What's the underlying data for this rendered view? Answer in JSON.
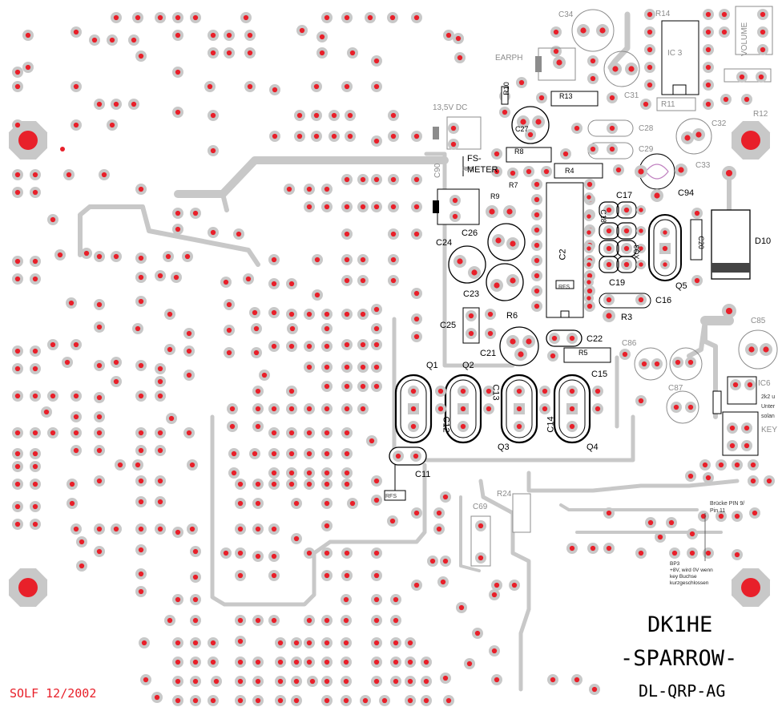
{
  "board": {
    "title": "DK1HE",
    "subtitle": "-SPARROW-",
    "group": "DL-QRP-AG",
    "signature": "SOLF 12/2002"
  },
  "labels": {
    "power": "13,5V DC",
    "earphone": "EARPH",
    "fs_meter_1": "FS-",
    "fs_meter_2": "METER",
    "volume": "VOLUME",
    "key": "KEY",
    "c34": "C34",
    "r14": "R14",
    "ic3": "IC 3",
    "c31": "C31",
    "r11": "R11",
    "r12": "R12",
    "r13": "R13",
    "c27": "C27",
    "c28": "C28",
    "c29": "C29",
    "c33": "C33",
    "c94": "C94",
    "r8": "R8",
    "r4": "R4",
    "r7": "R7",
    "r9": "R9",
    "r10": "R10",
    "c17": "C17",
    "c18": "C18",
    "c19": "C19",
    "c20": "C20",
    "c2": "C2",
    "xq": "XQ3",
    "q5": "Q5",
    "c16": "C16",
    "r3": "R3",
    "d10": "D10",
    "c85": "C85",
    "c86": "C86",
    "c87": "C87",
    "c24": "C24",
    "c26": "C26",
    "c23": "C23",
    "c25": "C25",
    "r6": "R6",
    "c21": "C21",
    "c22": "C22",
    "r5": "R5",
    "q1": "Q1",
    "q2": "Q2",
    "q3": "Q3",
    "q4": "Q4",
    "c12": "C12",
    "c13": "C13",
    "c14": "C14",
    "c15": "C15",
    "c11": "C11",
    "r24": "R24",
    "c69": "C69",
    "ic6": "IC6",
    "c32": "C32",
    "c90": "C90",
    "brucke": "Brücke PIN 9/",
    "pin": "Pin 11",
    "rf_1": "RFS",
    "rf_2": "RFS",
    "rf_3": "RFS",
    "side_note_1": "2k2 u",
    "side_note_2": "Unter",
    "side_note_3": "solan"
  },
  "notes": {
    "bp_1": "BP3",
    "bp_2": "+8V, wird 0V wenn",
    "bp_3": "key Buchse",
    "bp_4": "kurzgeschlossen"
  },
  "colors": {
    "pad_ring": "#c8c8c8",
    "pad_drill": "#e8202a",
    "trace": "#c8c8c8",
    "silk": "#000000",
    "signature": "#e8202a"
  }
}
